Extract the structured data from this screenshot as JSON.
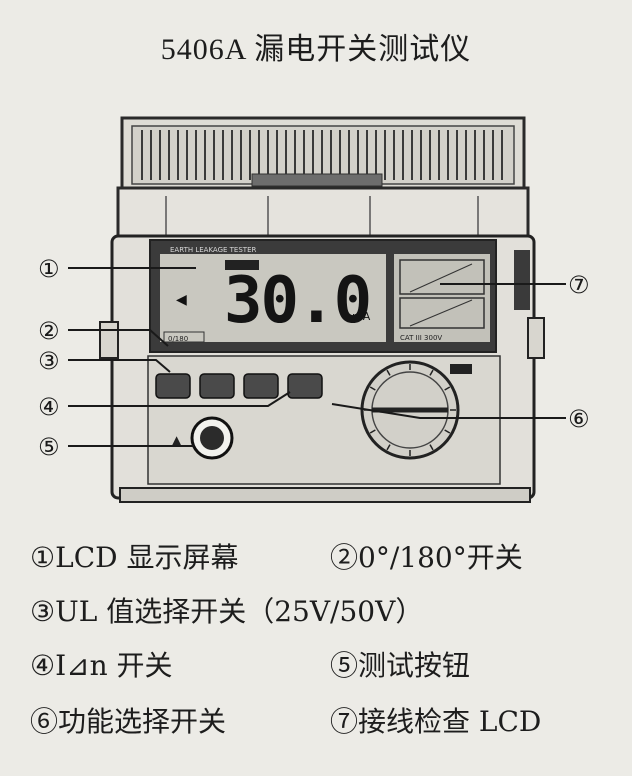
{
  "title": "5406A 漏电开关测试仪",
  "lcd": {
    "reading": "30.0",
    "unit": "mA",
    "top_strip": "EARTH LEAKAGE TESTER",
    "left_tag": "0/180",
    "bottom_tag": "CAT III 300V"
  },
  "callouts": [
    {
      "id": "1",
      "symbol": "①"
    },
    {
      "id": "2",
      "symbol": "②"
    },
    {
      "id": "3",
      "symbol": "③"
    },
    {
      "id": "4",
      "symbol": "④"
    },
    {
      "id": "5",
      "symbol": "⑤"
    },
    {
      "id": "6",
      "symbol": "⑥"
    },
    {
      "id": "7",
      "symbol": "⑦"
    }
  ],
  "legend": [
    {
      "text": "①LCD 显示屏幕"
    },
    {
      "text": "②0°/180°开关"
    },
    {
      "text": "③UL 值选择开关（25V/50V）"
    },
    {
      "text": "④I⊿n 开关"
    },
    {
      "text": "⑤测试按钮"
    },
    {
      "text": "⑥功能选择开关"
    },
    {
      "text": "⑦接线检查 LCD"
    }
  ]
}
